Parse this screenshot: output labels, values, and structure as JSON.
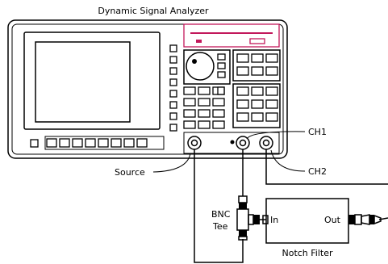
{
  "title": "Dynamic Signal Analyzer",
  "labels": {
    "source": "Source",
    "ch1": "CH1",
    "ch2": "CH2",
    "bnc_line1": "BNC",
    "bnc_line2": "Tee",
    "filter_in": "In",
    "filter_out": "Out",
    "filter_name": "Notch Filter"
  },
  "colors": {
    "accent": "#c2185b",
    "ink": "#000000"
  }
}
